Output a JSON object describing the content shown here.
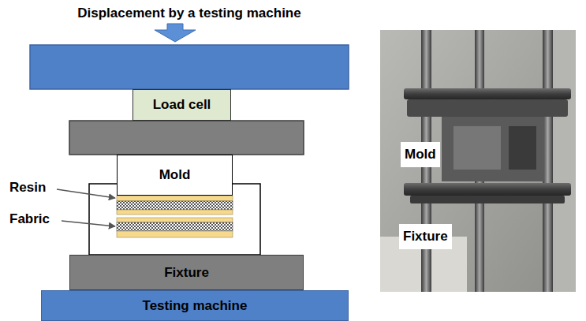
{
  "diagram": {
    "title": "Displacement by a testing machine",
    "nodes": [
      {
        "text": [
          "Load cell"
        ]
      },
      {
        "text": [
          "Mold"
        ]
      },
      {
        "text": [
          "Fixture"
        ]
      },
      {
        "text": [
          "Testing machine"
        ]
      }
    ],
    "labels": [
      "Resin",
      "Fabric",
      "Mold",
      "Fixture"
    ]
  }
}
